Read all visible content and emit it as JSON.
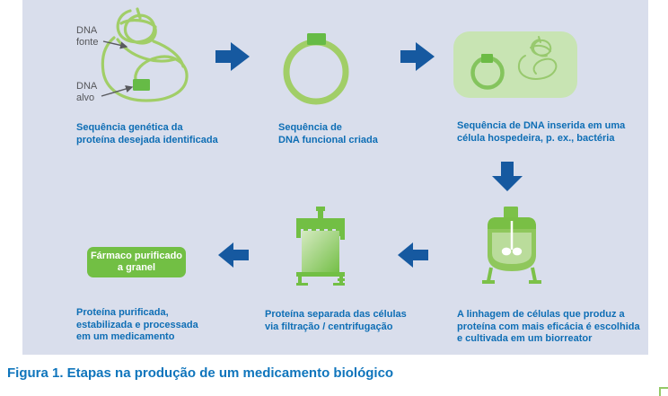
{
  "figure_caption": "Figura 1. Etapas na produção de um medicamento biológico",
  "palette": {
    "panel_bg": "#D9DEEC",
    "arrow_blue": "#1659A0",
    "caption_blue": "#0E6EB5",
    "label_gray": "#55565A",
    "dna_line_green": "#A1CE67",
    "dna_insert_green": "#66BB46",
    "box_green": "#72BF44",
    "cell_bg_green": "#C8E4B3",
    "white": "#FFFFFF"
  },
  "icons": {
    "dna_tangle": "dna-tangle-icon",
    "plasmid": "plasmid-ring-icon",
    "host_cell": "host-cell-icon",
    "bioreactor": "bioreactor-tank-icon",
    "filtration": "filtration-unit-icon",
    "arrow_right": "block-arrow-right",
    "arrow_down": "block-arrow-down",
    "arrow_left": "block-arrow-left",
    "corner": "page-corner-mark"
  },
  "top_row": {
    "step1": {
      "label_fonte": [
        "DNA",
        "fonte"
      ],
      "label_alvo": [
        "DNA",
        "alvo"
      ],
      "caption": [
        "Sequência genética da",
        "proteína desejada identificada"
      ]
    },
    "step2": {
      "caption": [
        "Sequência de",
        "DNA funcional criada"
      ]
    },
    "step3": {
      "caption": [
        "Sequência de DNA inserida em uma",
        "célula hospedeira, p. ex., bactéria"
      ]
    }
  },
  "bottom_row": {
    "step4": {
      "caption": [
        "A linhagem de células que produz a",
        "proteína com mais eficácia é escolhida",
        "e cultivada em um biorreator"
      ]
    },
    "step5": {
      "caption": [
        "Proteína separada das células",
        "via filtração / centrifugação"
      ]
    },
    "step6": {
      "box": [
        "Fármaco purificado",
        "a granel"
      ],
      "caption": [
        "Proteína purificada,",
        "estabilizada e processada",
        "em um medicamento"
      ]
    }
  }
}
